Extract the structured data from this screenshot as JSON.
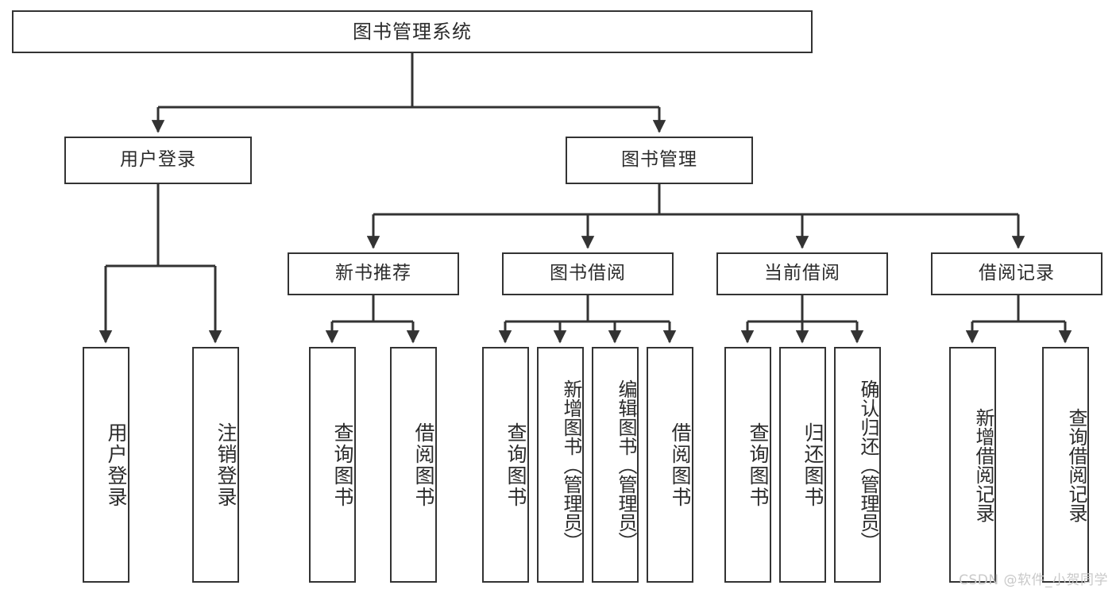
{
  "diagram": {
    "title": "图书管理系统",
    "root": {
      "label": "图书管理系统"
    },
    "level2": [
      {
        "label": "用户登录"
      },
      {
        "label": "图书管理"
      }
    ],
    "level3": [
      {
        "label": "新书推荐"
      },
      {
        "label": "图书借阅"
      },
      {
        "label": "当前借阅"
      },
      {
        "label": "借阅记录"
      }
    ],
    "leaves": {
      "user_login": [
        {
          "label": "用户登录"
        },
        {
          "label": "注销登录"
        }
      ],
      "new_book": [
        {
          "label": "查询图书"
        },
        {
          "label": "借阅图书"
        }
      ],
      "book_borrow": [
        {
          "label": "查询图书"
        },
        {
          "label": "新增图书（管理员）"
        },
        {
          "label": "编辑图书（管理员）"
        },
        {
          "label": "借阅图书"
        }
      ],
      "current_borrow": [
        {
          "label": "查询图书"
        },
        {
          "label": "归还图书"
        },
        {
          "label": "确认归还（管理员）"
        }
      ],
      "borrow_record": [
        {
          "label": "新增借阅记录"
        },
        {
          "label": "查询借阅记录"
        }
      ]
    }
  },
  "watermark": {
    "text": "CSDN @软件_小贺同学"
  },
  "colors": {
    "stroke": "#333333",
    "text": "#2b2b2b",
    "background": "#ffffff",
    "watermark": "#c9c9c9"
  }
}
